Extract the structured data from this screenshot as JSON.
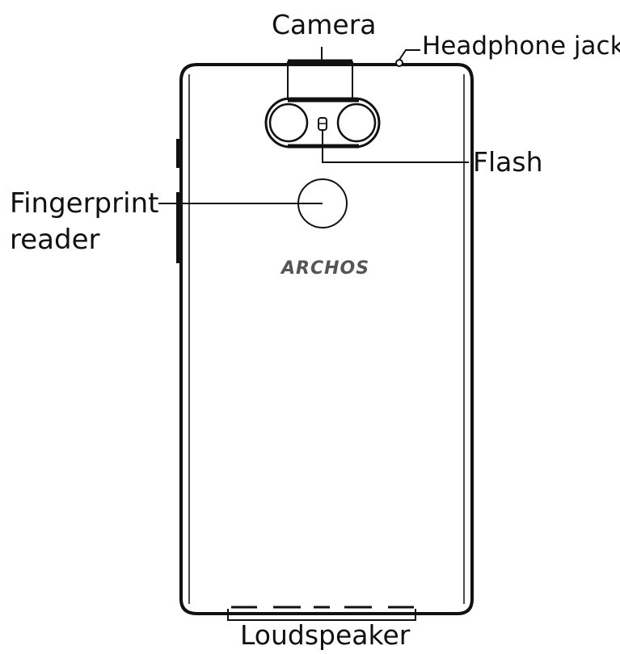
{
  "labels": {
    "camera": "Camera",
    "headphone_jack": "Headphone jack",
    "flash": "Flash",
    "fingerprint_line1": "Fingerprint",
    "fingerprint_line2": "reader",
    "loudspeaker": "Loudspeaker"
  },
  "brand": "ARCHOS",
  "colors": {
    "outline": "#111111",
    "brand_text": "#555555",
    "background": "#ffffff"
  }
}
